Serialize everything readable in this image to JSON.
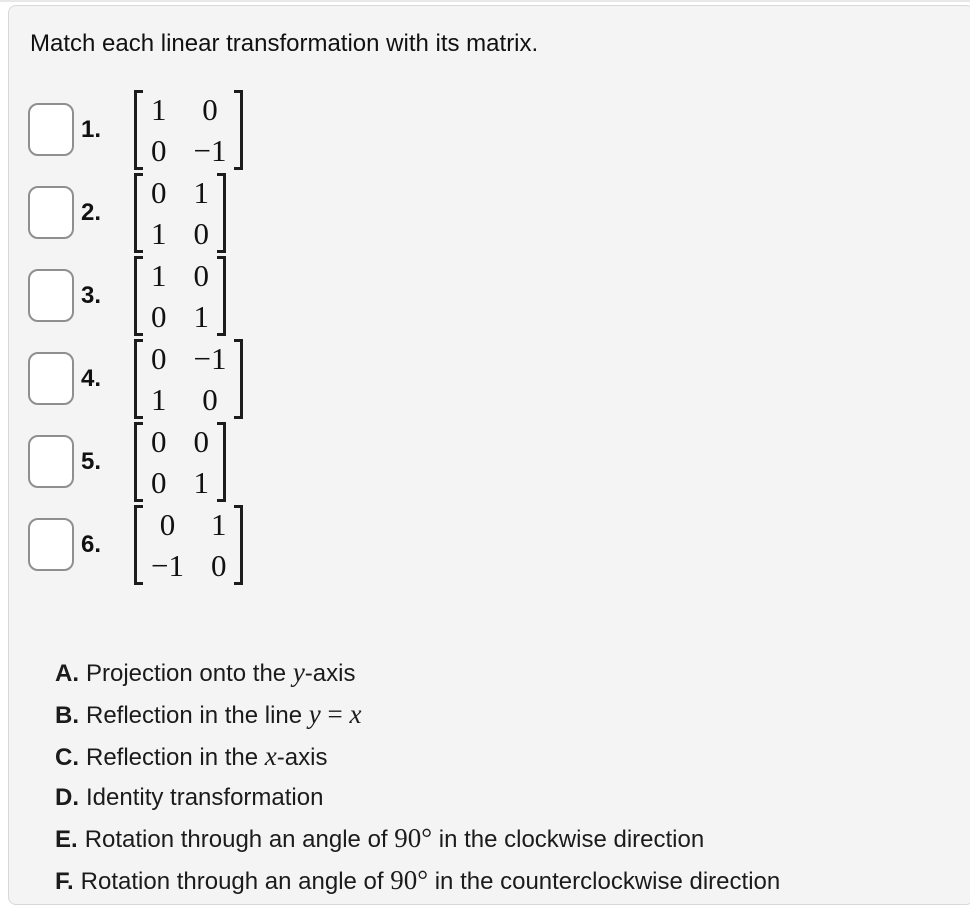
{
  "title": "Match each linear transformation with its matrix.",
  "colors": {
    "card_bg": "#f4f4f5",
    "card_border": "#d8d8d8",
    "checkbox_border": "#8f8f8f",
    "text": "#1b1b1b"
  },
  "items": [
    {
      "number": "1.",
      "checked": false,
      "matrix": [
        [
          "1",
          "0"
        ],
        [
          "0",
          "−1"
        ]
      ]
    },
    {
      "number": "2.",
      "checked": false,
      "matrix": [
        [
          "0",
          "1"
        ],
        [
          "1",
          "0"
        ]
      ]
    },
    {
      "number": "3.",
      "checked": false,
      "matrix": [
        [
          "1",
          "0"
        ],
        [
          "0",
          "1"
        ]
      ]
    },
    {
      "number": "4.",
      "checked": false,
      "matrix": [
        [
          "0",
          "−1"
        ],
        [
          "1",
          "0"
        ]
      ]
    },
    {
      "number": "5.",
      "checked": false,
      "matrix": [
        [
          "0",
          "0"
        ],
        [
          "0",
          "1"
        ]
      ]
    },
    {
      "number": "6.",
      "checked": false,
      "matrix": [
        [
          "0",
          "1"
        ],
        [
          "−1",
          "0"
        ]
      ]
    }
  ],
  "options": [
    {
      "letter": "A.",
      "parts": [
        {
          "t": "Projection onto the ",
          "s": "plain"
        },
        {
          "t": "y",
          "s": "math-italic"
        },
        {
          "t": "-axis",
          "s": "plain"
        }
      ]
    },
    {
      "letter": "B.",
      "parts": [
        {
          "t": "Reflection in the line ",
          "s": "plain"
        },
        {
          "t": "y",
          "s": "math-italic"
        },
        {
          "t": " = ",
          "s": "math"
        },
        {
          "t": "x",
          "s": "math-italic"
        }
      ]
    },
    {
      "letter": "C.",
      "parts": [
        {
          "t": "Reflection in the ",
          "s": "plain"
        },
        {
          "t": "x",
          "s": "math-italic"
        },
        {
          "t": "-axis",
          "s": "plain"
        }
      ]
    },
    {
      "letter": "D.",
      "parts": [
        {
          "t": "Identity transformation",
          "s": "plain"
        }
      ]
    },
    {
      "letter": "E.",
      "parts": [
        {
          "t": "Rotation through an angle of ",
          "s": "plain"
        },
        {
          "t": "90°",
          "s": "math"
        },
        {
          "t": " in the clockwise direction",
          "s": "plain"
        }
      ]
    },
    {
      "letter": "F.",
      "parts": [
        {
          "t": "Rotation through an angle of ",
          "s": "plain"
        },
        {
          "t": "90°",
          "s": "math"
        },
        {
          "t": " in the counterclockwise direction",
          "s": "plain"
        }
      ]
    }
  ]
}
